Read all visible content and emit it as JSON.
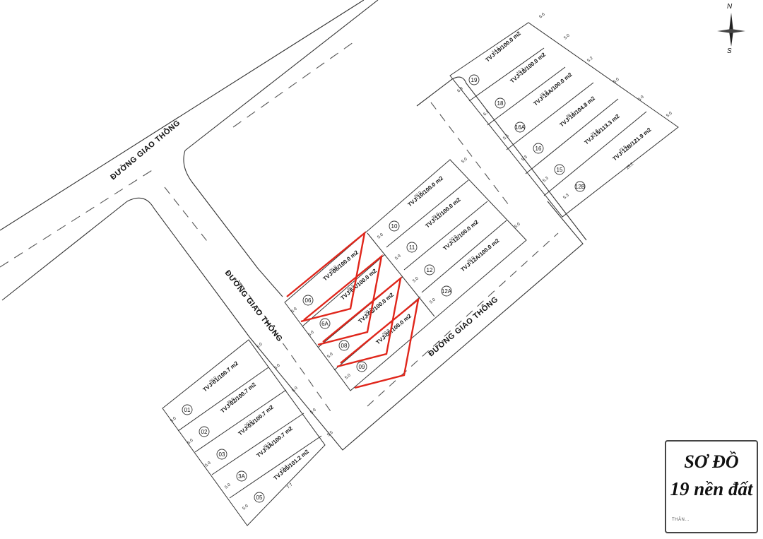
{
  "roads": [
    "ĐƯỜNG GIAO THÔNG",
    "ĐƯỜNG GIAO THÔNG",
    "ĐƯỜNG GIAO THÔNG"
  ],
  "legend": {
    "title": "SƠ ĐỒ",
    "subtitle": "19 nền đất",
    "footer": "THÂN..."
  },
  "compass": {
    "north": "N",
    "south": "S"
  },
  "lots": [
    {
      "id": "01",
      "label": "TVJ-01/100.7 m2",
      "sold": false,
      "dims": [
        "20.0",
        "5.0",
        "5.0"
      ]
    },
    {
      "id": "02",
      "label": "TVJ-02/100.7 m2",
      "sold": false,
      "dims": [
        "20.0",
        "5.0",
        "5.0"
      ]
    },
    {
      "id": "03",
      "label": "TVJ-03/100.7 m2",
      "sold": false,
      "dims": [
        "20.0",
        "5.0",
        "5.0"
      ]
    },
    {
      "id": "3A",
      "label": "TVJ-3A/100.7 m2",
      "sold": false,
      "dims": [
        "20.0",
        "5.0",
        "5.0"
      ]
    },
    {
      "id": "05",
      "label": "TVJ-05/101.2 m2",
      "sold": false,
      "dims": [
        "12.4",
        "5.0",
        "5.5",
        "7.7"
      ]
    },
    {
      "id": "06",
      "label": "TVJ-06/100.0 m2",
      "sold": true,
      "dims": [
        "20.0",
        "5.0"
      ]
    },
    {
      "id": "6A",
      "label": "TVJ-6A/100.0 m2",
      "sold": true,
      "dims": [
        "20.0",
        "5.0"
      ]
    },
    {
      "id": "08",
      "label": "TVJ-08/100.0 m2",
      "sold": true,
      "dims": [
        "20.0",
        "5.0"
      ]
    },
    {
      "id": "09",
      "label": "TVJ-09/100.0 m2",
      "sold": true,
      "dims": [
        "20.0",
        "5.0"
      ]
    },
    {
      "id": "10",
      "label": "TVJ-10/100.0 m2",
      "sold": false,
      "dims": [
        "20.0",
        "5.0",
        "5.0"
      ]
    },
    {
      "id": "11",
      "label": "TVJ-11/100.0 m2",
      "sold": false,
      "dims": [
        "20.0",
        "5.0"
      ]
    },
    {
      "id": "12",
      "label": "TVJ-12/100.0 m2",
      "sold": false,
      "dims": [
        "20.0",
        "5.0"
      ]
    },
    {
      "id": "12A",
      "label": "TVJ-12A/100.0 m2",
      "sold": false,
      "dims": [
        "20.0",
        "5.0",
        "5.0"
      ]
    },
    {
      "id": "19",
      "label": "TVJ-19/100.0 m2",
      "sold": false,
      "dims": [
        "14.1",
        "6.9",
        "6.6"
      ]
    },
    {
      "id": "18",
      "label": "TVJ-18/100.0 m2",
      "sold": false,
      "dims": [
        "16.3",
        "6.1",
        "5.0"
      ]
    },
    {
      "id": "16A",
      "label": "TVJ-16A/100.0 m2",
      "sold": false,
      "dims": [
        "18.3",
        "5.5",
        "5.2"
      ]
    },
    {
      "id": "16",
      "label": "TVJ-16/104.8 m2",
      "sold": false,
      "dims": [
        "20.1",
        "5.3",
        "5.0"
      ]
    },
    {
      "id": "15",
      "label": "TVJ-15/113.3 m2",
      "sold": false,
      "dims": [
        "21.8",
        "5.3",
        "5.0"
      ]
    },
    {
      "id": "12B",
      "label": "TVJ-12B/121.9 m2",
      "sold": false,
      "dims": [
        "23.5",
        "5.3",
        "5.0",
        "25.2"
      ]
    }
  ],
  "colors": {
    "line": "#333333",
    "sold_mark": "#e0261b",
    "road_dash": "#555555"
  }
}
